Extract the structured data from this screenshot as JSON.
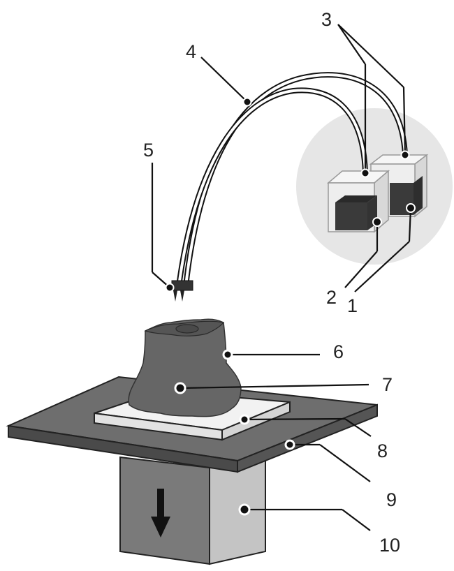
{
  "labels": {
    "l1": "1",
    "l2": "2",
    "l3": "3",
    "l4": "4",
    "l5": "5",
    "l6": "6",
    "l7": "7",
    "l8": "8",
    "l9": "9",
    "l10": "10"
  },
  "colors": {
    "part": "#666666",
    "platform_top": "#6e6e6e",
    "platform_edge": "#4a4a4a",
    "base_plate": "#f2f2f2",
    "piston_front": "#7a7a7a",
    "piston_side": "#c4c4c4",
    "inset_bg": "#e6e6e6",
    "material": "#3a3a3a"
  },
  "icons": {
    "motion_arrow": "arrow-down-icon"
  }
}
